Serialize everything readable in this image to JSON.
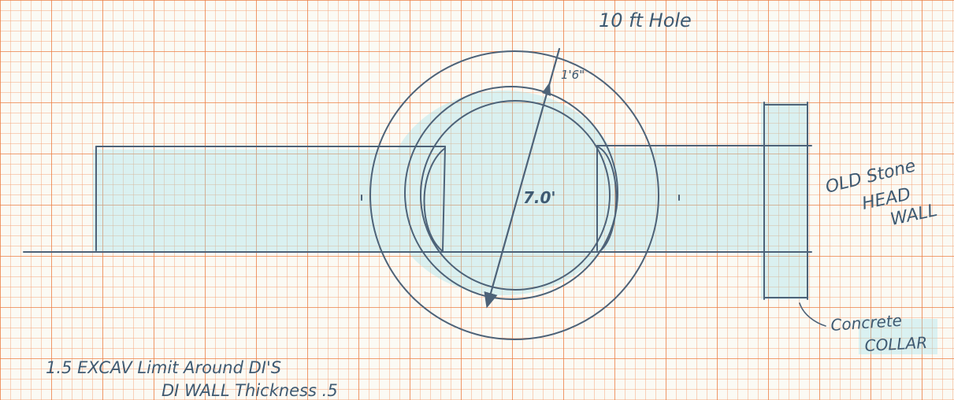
{
  "colors": {
    "paper": "#fbfaf4",
    "grid_minor": "#f4a77c",
    "grid_major": "#ec7f45",
    "pencil": "#4d6278",
    "highlight": "#9fe0ea"
  },
  "labels": {
    "title": "10 ft Hole",
    "outer_offset": "1'6\"",
    "diameter": "7.0'",
    "headwall_line1": "OLD Stone",
    "headwall_line2": "HEAD",
    "headwall_line3": "WALL",
    "collar_line1": "Concrete",
    "collar_line2": "COLLAR",
    "note_line1": "1.5 EXCAV Limit Around DI'S",
    "note_line2": "DI WALL Thickness .5"
  }
}
